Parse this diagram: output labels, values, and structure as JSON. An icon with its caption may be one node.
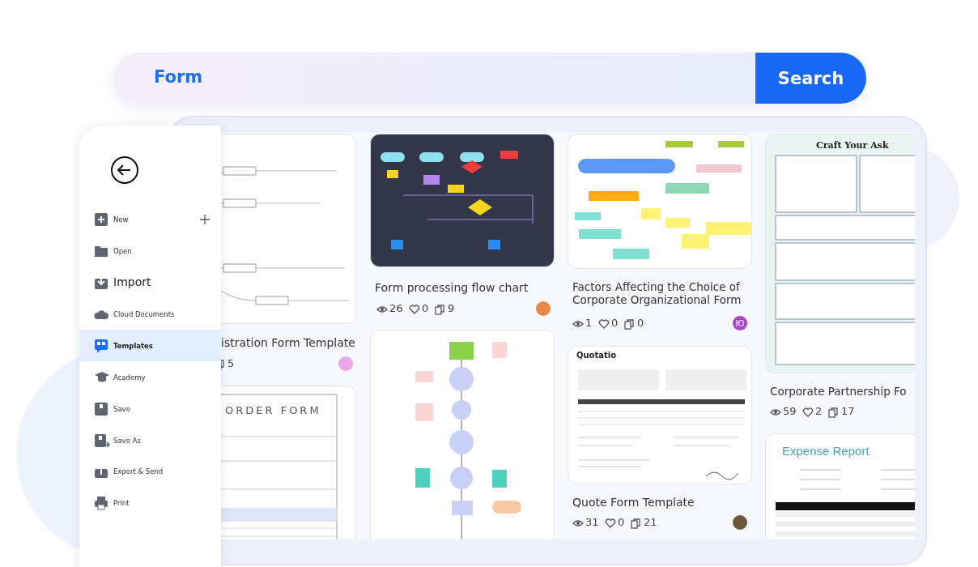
{
  "diagram": {
    "labels": [
      "Form",
      "Search",
      "Craft Your Ask",
      "New",
      "Open",
      "Import",
      "Form processing flow chart",
      "Factors Affecting the Choice of Corporate Organizational Form",
      "26",
      "0",
      "9",
      "Cloud Documents",
      "1",
      "0",
      "0",
      "Ю",
      "Templates",
      "istration Form Template",
      "Quotatio",
      "5",
      "Academy",
      "Corporate Partnership Fo",
      "Save",
      "ORDER FORM",
      "59",
      "2",
      "17",
      "Save As",
      "Expense Report",
      "Export & Send",
      "Print",
      "Quote Form Template",
      "31",
      "0",
      "21"
    ]
  }
}
